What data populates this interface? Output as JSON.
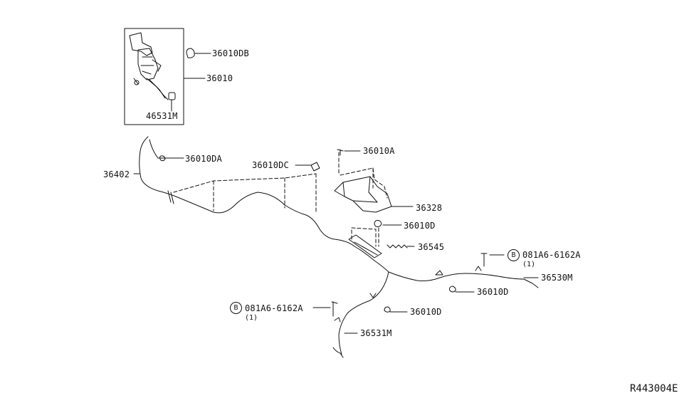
{
  "diagram": {
    "id": "R443004E",
    "callouts": {
      "c_36010DB": "36010DB",
      "c_36010": "36010",
      "c_46531M": "46531M",
      "c_36010DA": "36010DA",
      "c_36402": "36402",
      "c_36010DC": "36010DC",
      "c_36010A": "36010A",
      "c_36328": "36328",
      "c_36010D_top": "36010D",
      "c_36545": "36545",
      "c_081A6_right": "081A6-6162A",
      "c_36530M": "36530M",
      "c_36010D_mid": "36010D",
      "c_081A6_left": "081A6-6162A",
      "c_36010D_low": "36010D",
      "c_36531M": "36531M"
    },
    "bolt_badge_letter": "B",
    "bolt_qty_right": "(1)",
    "bolt_qty_left": "(1)"
  }
}
